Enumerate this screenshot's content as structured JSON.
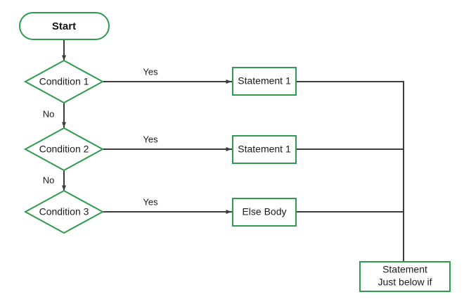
{
  "diagram": {
    "title": "if-else-if ladder flowchart",
    "background_color": "#ffffff",
    "shape_stroke_color": "#2e9b4e",
    "shape_fill_color": "#ffffff",
    "connector_color": "#3d3d3d",
    "text_color": "#1a1a1a"
  },
  "nodes": {
    "start": {
      "label": "Start",
      "shape": "stadium"
    },
    "condition1": {
      "label": "Condition 1",
      "shape": "diamond"
    },
    "condition2": {
      "label": "Condition 2",
      "shape": "diamond"
    },
    "condition3": {
      "label": "Condition 3",
      "shape": "diamond"
    },
    "statement1": {
      "label": "Statement 1",
      "shape": "rectangle"
    },
    "statement2": {
      "label": "Statement 1",
      "shape": "rectangle"
    },
    "else_body": {
      "label": "Else Body",
      "shape": "rectangle"
    },
    "after_if": {
      "label_line1": "Statement",
      "label_line2": "Just below if",
      "shape": "rectangle"
    }
  },
  "edge_labels": {
    "yes1": "Yes",
    "yes2": "Yes",
    "yes3": "Yes",
    "no1": "No",
    "no2": "No"
  }
}
